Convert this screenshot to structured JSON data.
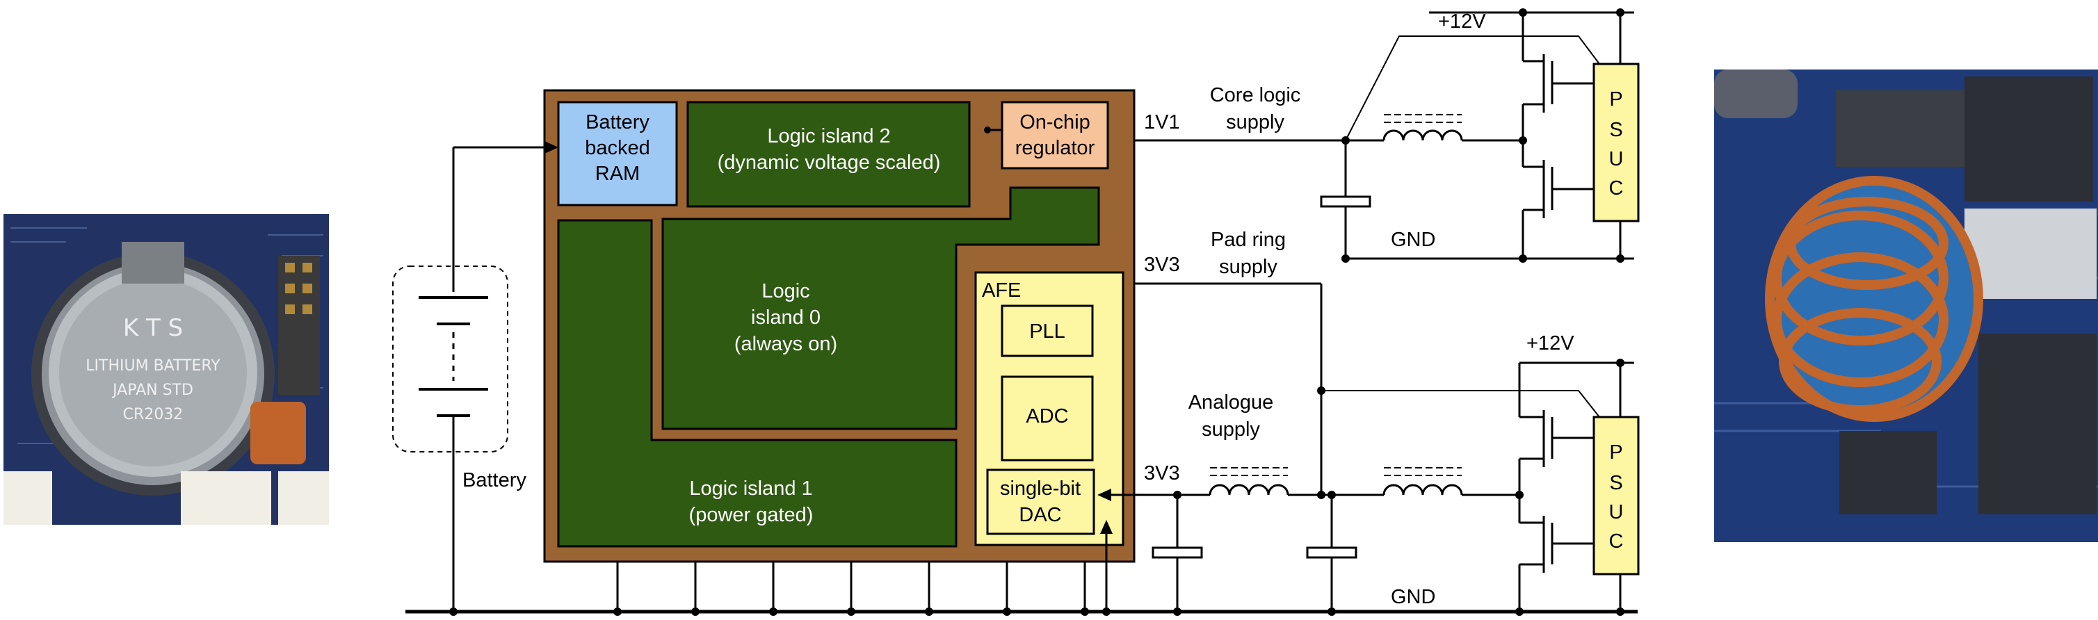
{
  "chip": {
    "battery_ram": [
      "Battery",
      "backed",
      "RAM"
    ],
    "island2": [
      "Logic island 2",
      "(dynamic voltage scaled)"
    ],
    "regulator": [
      "On-chip",
      "regulator"
    ],
    "island0": [
      "Logic",
      "island 0",
      "(always on)"
    ],
    "island1": [
      "Logic island 1",
      "(power gated)"
    ],
    "afe": "AFE",
    "pll": "PLL",
    "adc": "ADC",
    "dac": [
      "single-bit",
      "DAC"
    ]
  },
  "battery_label": "Battery",
  "rails": {
    "v1v1": "1V1",
    "core": [
      "Core logic",
      "supply"
    ],
    "v3v3_pad": "3V3",
    "pad": [
      "Pad ring",
      "supply"
    ],
    "analogue": [
      "Analogue",
      "supply"
    ],
    "v3v3_an": "3V3",
    "gnd1": "GND",
    "gnd2": "GND",
    "plus12_top": "+12V",
    "plus12_bot": "+12V"
  },
  "psuc": [
    "P",
    "S",
    "U",
    "C"
  ],
  "coin_cell": {
    "brand": "K T S",
    "line1": "LITHIUM BATTERY",
    "line2": "JAPAN STD",
    "line3": "CR2032"
  },
  "colors": {
    "chip": "#9b6433",
    "logic_island": "#2f5a12",
    "ram": "#9ec9f5",
    "regulator": "#f7c39a",
    "afe": "#fdf6a2",
    "psuc": "#fdf6a2",
    "wire": "#000000"
  }
}
